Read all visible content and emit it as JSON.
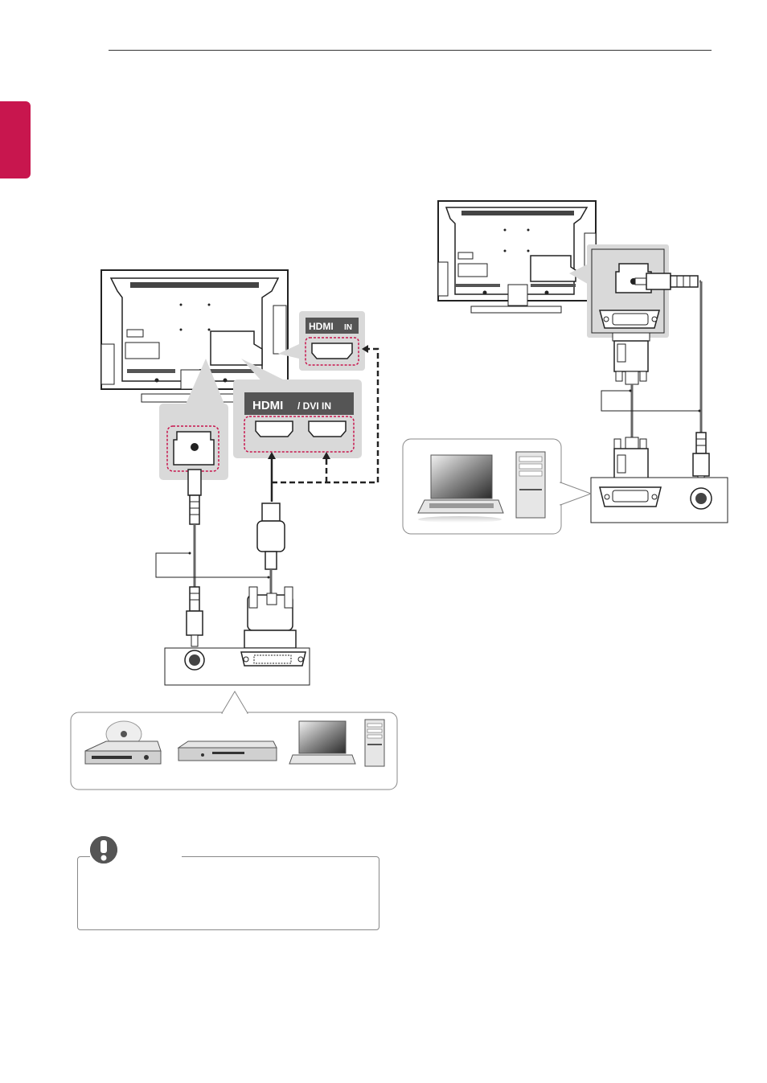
{
  "port_labels": {
    "hdmi_in": {
      "logo": "HDMI",
      "suffix": "IN"
    },
    "hdmi_dvi_in": {
      "logo": "HDMI",
      "suffix": "/ DVI IN"
    }
  },
  "icons": {
    "note": "exclamation-icon"
  },
  "colors": {
    "accent": "#c8164e",
    "panel": "#d9d9d9",
    "port_bar": "#555555",
    "dotted_outline": "#c8164e"
  }
}
